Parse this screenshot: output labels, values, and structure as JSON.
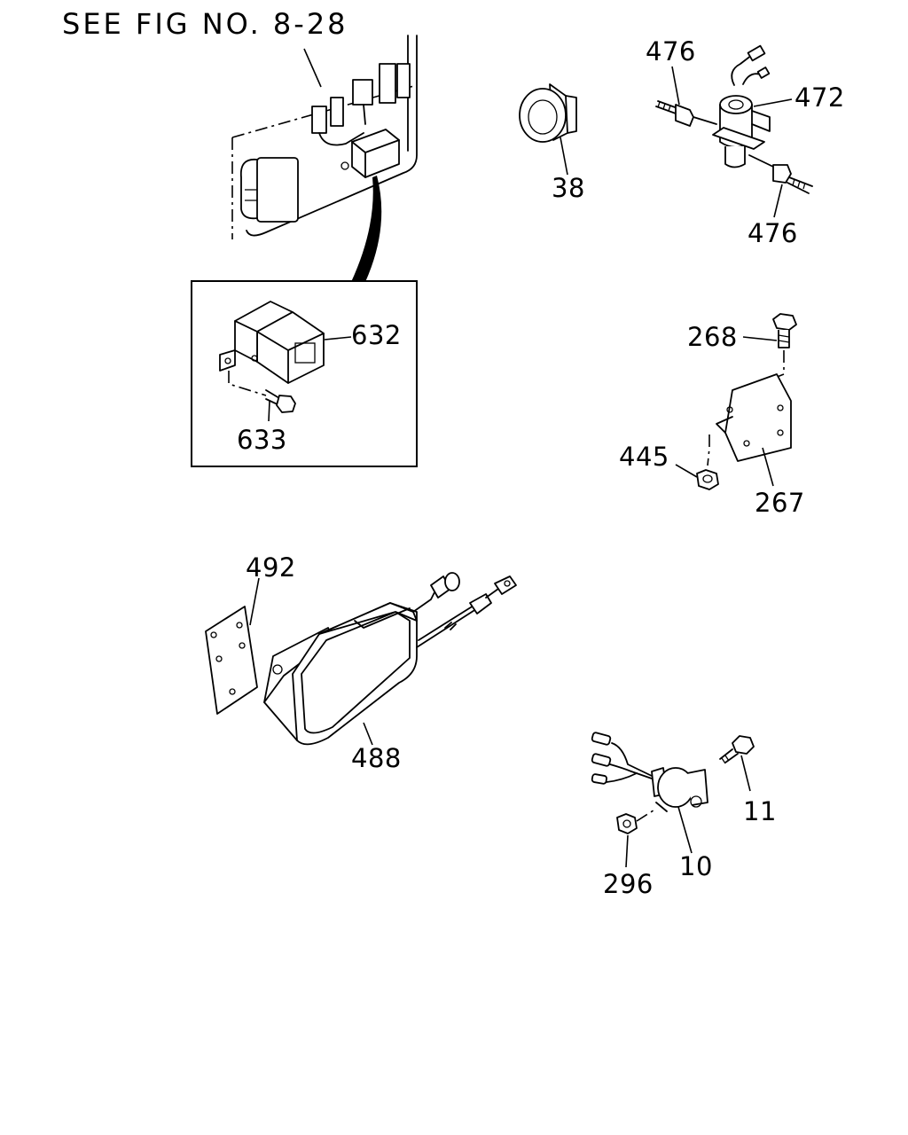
{
  "title": "SEE FIG NO. 8-28",
  "callouts": {
    "p476_top": "476",
    "p472": "472",
    "p38": "38",
    "p476_bottom": "476",
    "p632": "632",
    "p633": "633",
    "p268": "268",
    "p445": "445",
    "p267": "267",
    "p492": "492",
    "p488": "488",
    "p11": "11",
    "p10": "10",
    "p296": "296"
  }
}
